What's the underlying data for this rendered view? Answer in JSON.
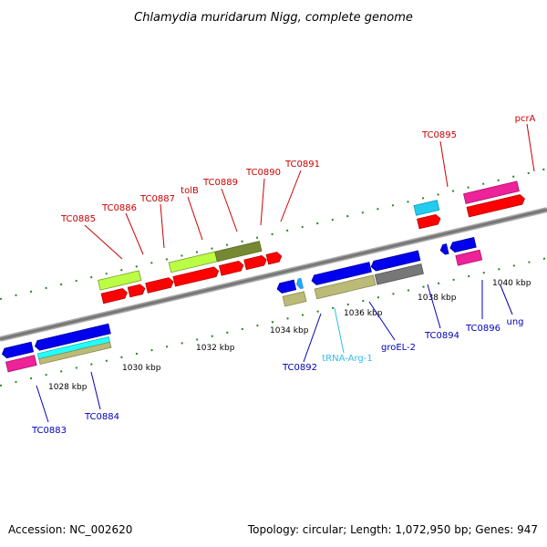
{
  "header": {
    "title": "Chlamydia muridarum Nigg, complete genome"
  },
  "footer": {
    "accession": "Accession: NC_002620",
    "summary": "Topology: circular; Length: 1,072,950 bp; Genes: 947"
  },
  "axis": {
    "ticks": [
      "1028 kbp",
      "1030 kbp",
      "1032 kbp",
      "1034 kbp",
      "1036 kbp",
      "1038 kbp",
      "1040 kbp"
    ]
  },
  "forward_labels": [
    "TC0885",
    "TC0886",
    "TC0887",
    "tolB",
    "TC0889",
    "TC0890",
    "TC0891",
    "TC0895",
    "pcrA"
  ],
  "reverse_labels": [
    "TC0883",
    "TC0884",
    "TC0892",
    "tRNA-Arg-1",
    "groEL-2",
    "TC0894",
    "TC0896",
    "ung"
  ],
  "colors": {
    "forward_label": "#cc0000",
    "reverse_label": "#0000bb",
    "trna_label": "#33bbee",
    "cds_forward": "#ff0000",
    "cds_reverse": "#0000ee",
    "gene_green": "#bbff44",
    "gene_olive": "#778833",
    "gene_pink": "#ee2299",
    "gene_tan": "#bbbb77",
    "gene_cyan": "#22ccee",
    "gene_gray": "#777777",
    "backbone": "#888888",
    "tick_green": "#228822"
  }
}
